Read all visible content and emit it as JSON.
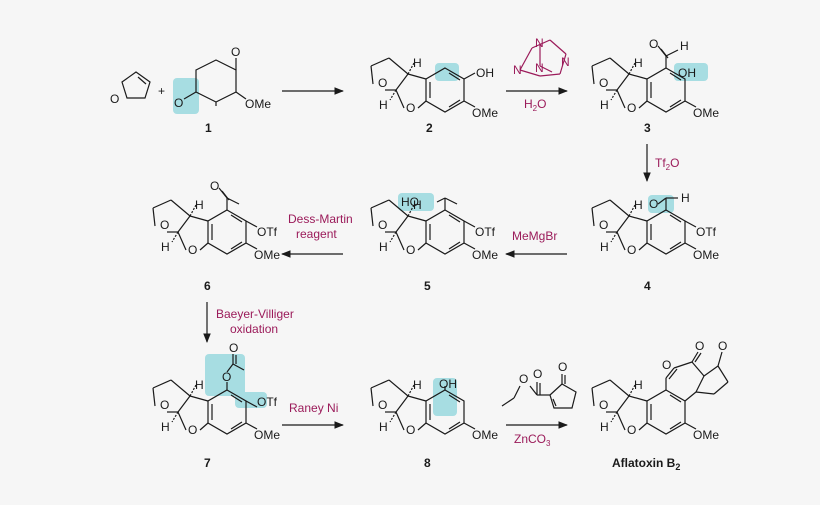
{
  "compounds": {
    "c1": "1",
    "c2": "2",
    "c3": "3",
    "c4": "4",
    "c5": "5",
    "c6": "6",
    "c7": "7",
    "c8": "8",
    "final_name": "Aflatoxin B",
    "final_sub": "2"
  },
  "atoms": {
    "O": "O",
    "OH": "OH",
    "OMe": "OMe",
    "OTf": "OTf",
    "H": "H",
    "HO": "HO",
    "plus": "+"
  },
  "reagents": {
    "water_main": "H",
    "water_sub": "2",
    "water_end": "O",
    "tf2o_main": "Tf",
    "tf2o_sub": "2",
    "tf2o_end": "O",
    "memgbr": "MeMgBr",
    "dess_martin_1": "Dess-Martin",
    "dess_martin_2": "reagent",
    "bv_1": "Baeyer-Villiger",
    "bv_2": "oxidation",
    "raney": "Raney Ni",
    "znco3_main": "ZnCO",
    "znco3_sub": "3"
  }
}
